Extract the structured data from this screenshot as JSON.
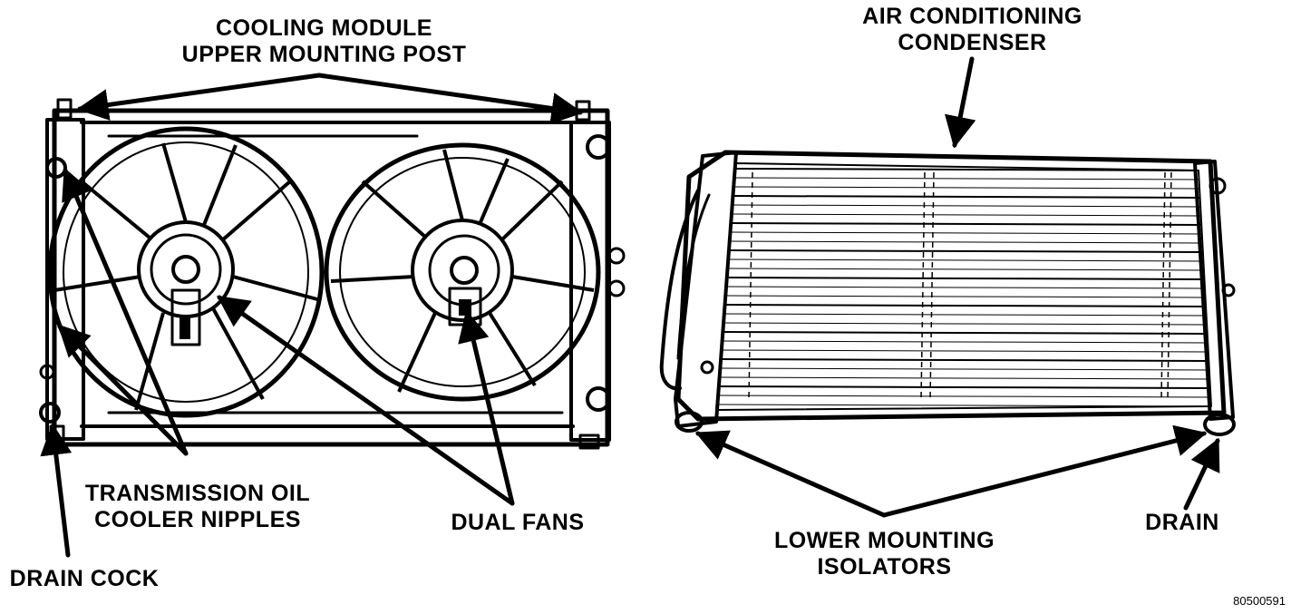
{
  "labels": {
    "upper_post": [
      "COOLING MODULE",
      "UPPER MOUNTING POST"
    ],
    "ac_condenser": [
      "AIR CONDITIONING",
      "CONDENSER"
    ],
    "trans_cooler": [
      "TRANSMISSION OIL",
      "COOLER NIPPLES"
    ],
    "dual_fans": "DUAL FANS",
    "drain_cock": "DRAIN COCK",
    "lower_isolators": [
      "LOWER MOUNTING",
      "ISOLATORS"
    ],
    "drain": "DRAIN"
  },
  "figure_id": "80500591",
  "colors": {
    "ink": "#000000",
    "paper": "#ffffff"
  }
}
